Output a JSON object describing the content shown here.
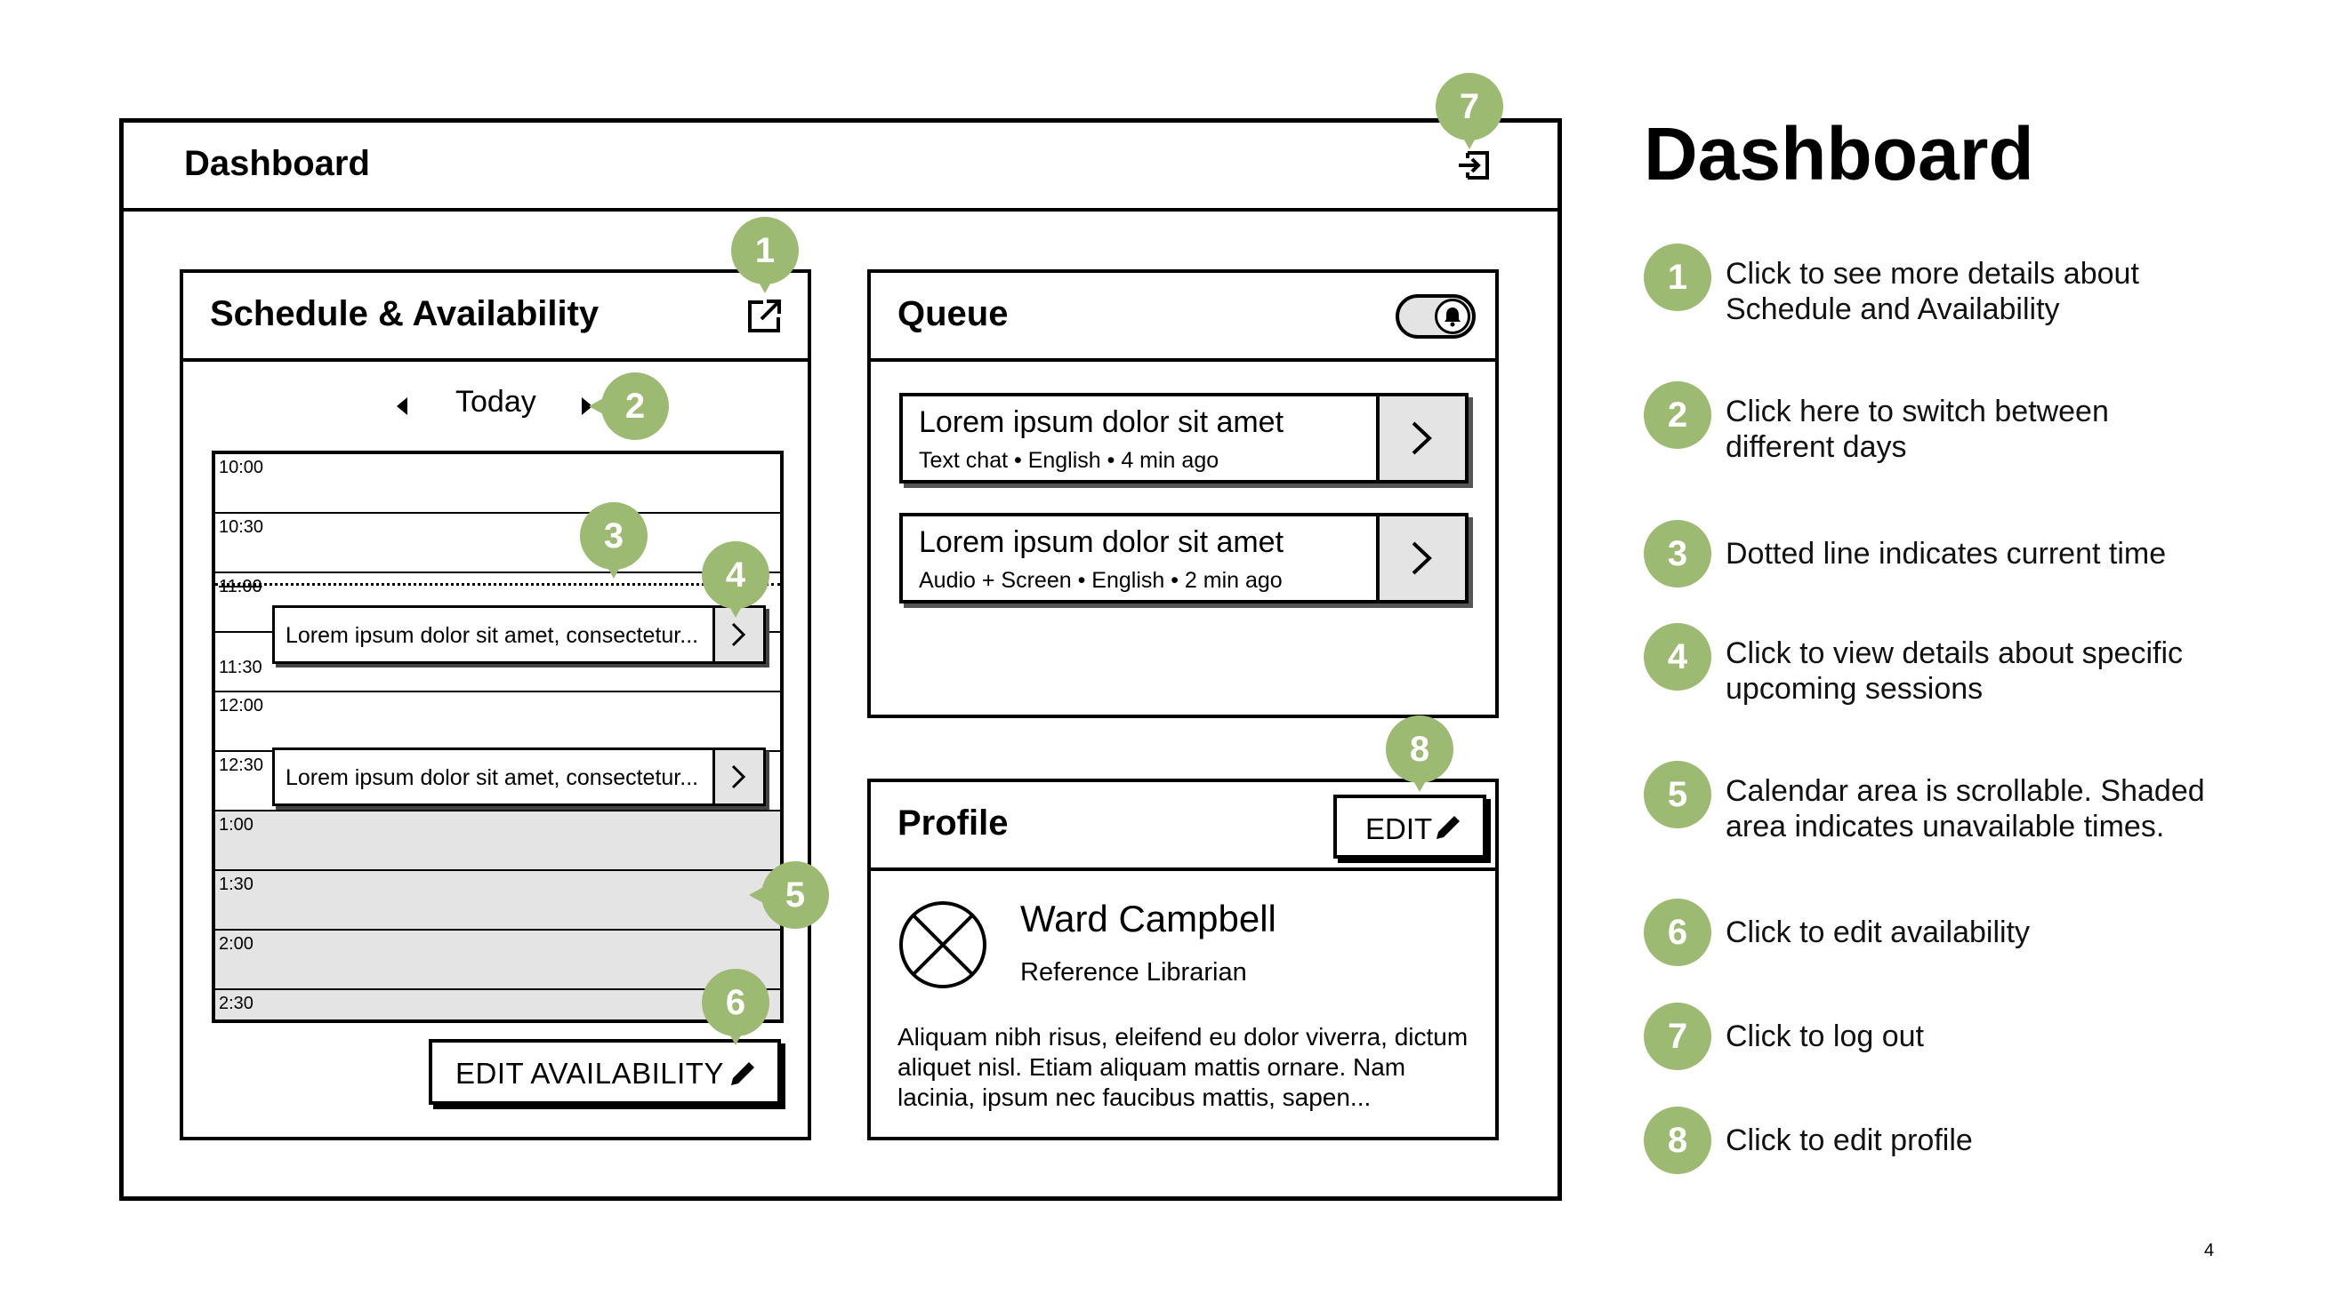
{
  "frame": {
    "title": "Dashboard"
  },
  "schedule": {
    "title": "Schedule & Availability",
    "day_label": "Today",
    "slots": [
      {
        "time": "10:00"
      },
      {
        "time": "10:30"
      },
      {
        "time": "11:00"
      },
      {
        "time": "11:30"
      },
      {
        "time": "12:00"
      },
      {
        "time": "12:30"
      },
      {
        "time": "1:00"
      },
      {
        "time": "1:30"
      },
      {
        "time": "2:00"
      },
      {
        "time": "2:30"
      }
    ],
    "sessions": [
      {
        "text": "Lorem ipsum dolor sit amet, consectetur..."
      },
      {
        "text": "Lorem ipsum dolor sit amet, consectetur..."
      }
    ],
    "edit_label": "EDIT AVAILABILITY"
  },
  "queue": {
    "title": "Queue",
    "items": [
      {
        "title": "Lorem ipsum dolor sit amet",
        "meta": "Text chat • English • 4 min ago"
      },
      {
        "title": "Lorem ipsum dolor sit amet",
        "meta": "Audio + Screen • English • 2 min ago"
      }
    ]
  },
  "profile": {
    "title": "Profile",
    "edit_label": "EDIT",
    "name": "Ward Campbell",
    "role": "Reference Librarian",
    "bio": "Aliquam nibh risus, eleifend eu dolor viverra, dictum aliquet nisl. Etiam aliquam mattis ornare. Nam lacinia, ipsum nec faucibus mattis, sapen..."
  },
  "legend": {
    "title": "Dashboard",
    "items": [
      {
        "num": "1",
        "text": "Click to see more details about Schedule and Availability"
      },
      {
        "num": "2",
        "text": "Click here to switch between different days"
      },
      {
        "num": "3",
        "text": "Dotted line indicates current time"
      },
      {
        "num": "4",
        "text": "Click to view details about specific upcoming sessions"
      },
      {
        "num": "5",
        "text": "Calendar area is scrollable. Shaded area indicates unavailable times."
      },
      {
        "num": "6",
        "text": "Click to edit availability"
      },
      {
        "num": "7",
        "text": "Click to log out"
      },
      {
        "num": "8",
        "text": "Click to edit profile"
      }
    ]
  },
  "markers": [
    "1",
    "2",
    "3",
    "4",
    "5",
    "6",
    "7",
    "8"
  ],
  "page_number": "4",
  "colors": {
    "accent": "#9dba73",
    "unavailable": "#e4e4e4",
    "border": "#000000"
  },
  "icons": {
    "logout": "logout-icon",
    "open_details": "external-link-icon",
    "day_prev": "caret-left-icon",
    "day_next": "caret-right-icon",
    "session_open": "chevron-right-icon",
    "edit": "pencil-icon",
    "notification": "bell-icon",
    "avatar": "placeholder-avatar-icon"
  }
}
